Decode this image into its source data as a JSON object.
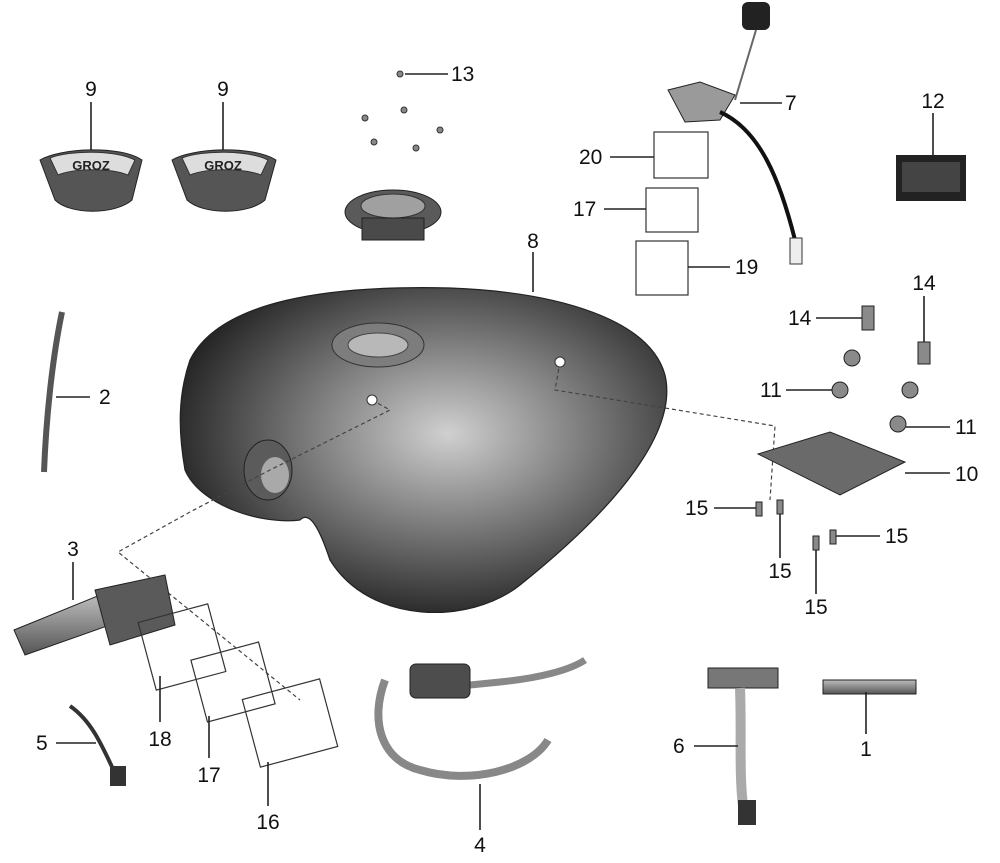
{
  "callouts": [
    {
      "id": "c1",
      "text": "1"
    },
    {
      "id": "c2",
      "text": "2"
    },
    {
      "id": "c3",
      "text": "3"
    },
    {
      "id": "c4",
      "text": "4"
    },
    {
      "id": "c5",
      "text": "5"
    },
    {
      "id": "c6",
      "text": "6"
    },
    {
      "id": "c7",
      "text": "7"
    },
    {
      "id": "c8",
      "text": "8"
    },
    {
      "id": "c9a",
      "text": "9"
    },
    {
      "id": "c9b",
      "text": "9"
    },
    {
      "id": "c10",
      "text": "10"
    },
    {
      "id": "c11a",
      "text": "11"
    },
    {
      "id": "c11b",
      "text": "11"
    },
    {
      "id": "c12",
      "text": "12"
    },
    {
      "id": "c13",
      "text": "13"
    },
    {
      "id": "c14a",
      "text": "14"
    },
    {
      "id": "c14b",
      "text": "14"
    },
    {
      "id": "c15a",
      "text": "15"
    },
    {
      "id": "c15b",
      "text": "15"
    },
    {
      "id": "c15c",
      "text": "15"
    },
    {
      "id": "c15d",
      "text": "15"
    },
    {
      "id": "c16",
      "text": "16"
    },
    {
      "id": "c17a",
      "text": "17"
    },
    {
      "id": "c17b",
      "text": "17"
    },
    {
      "id": "c18",
      "text": "18"
    },
    {
      "id": "c19",
      "text": "19"
    },
    {
      "id": "c20",
      "text": "20"
    }
  ],
  "emblem_text": "GROZ",
  "colors": {
    "tank": "#3a3a3a",
    "metal": "#8a8a8a",
    "line": "#222222"
  }
}
